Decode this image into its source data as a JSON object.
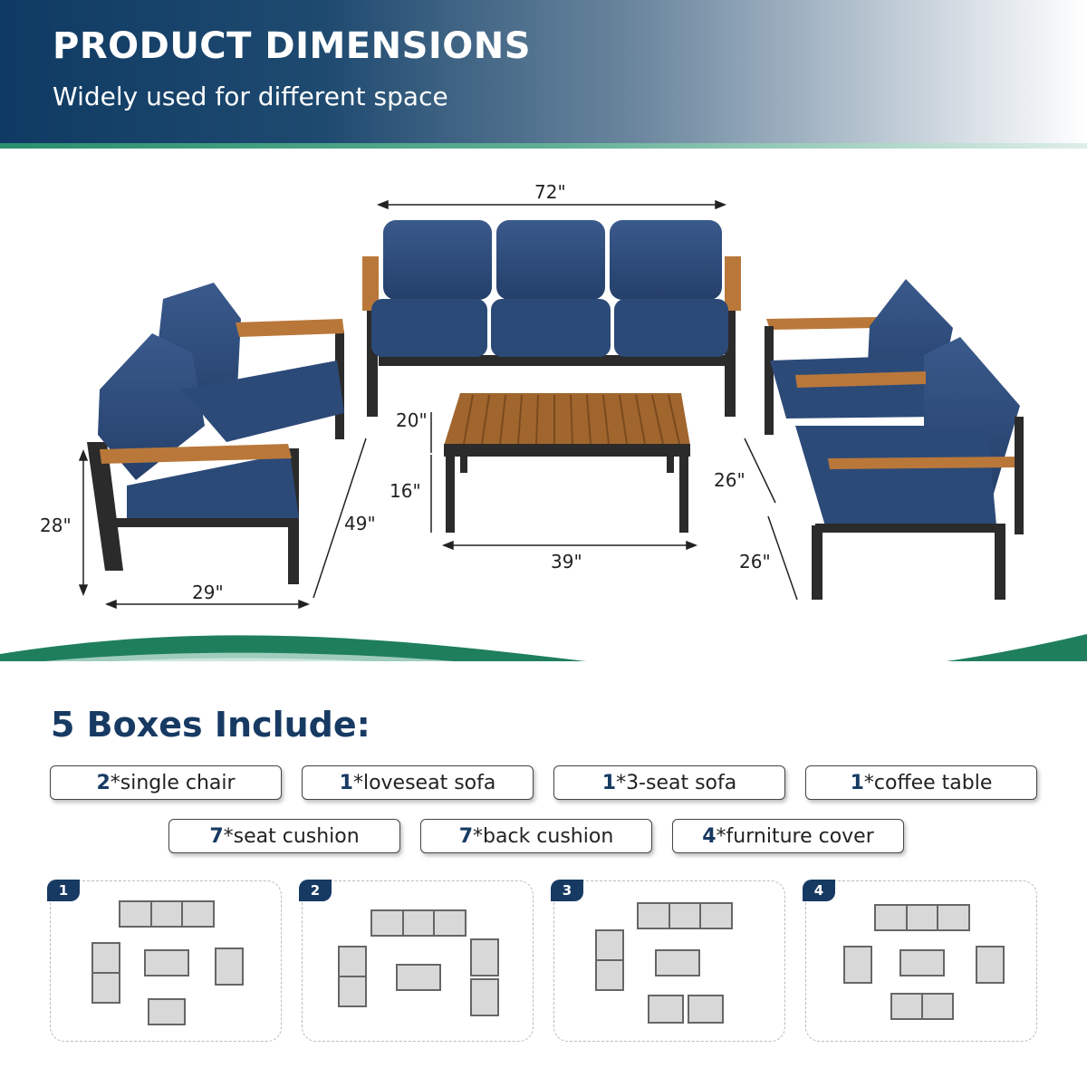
{
  "header": {
    "title": "PRODUCT DIMENSIONS",
    "subtitle": "Widely used for different space"
  },
  "dimensions": {
    "sofa_width": "72\"",
    "table_height_top": "20\"",
    "table_height": "16\"",
    "table_width": "39\"",
    "loveseat_height": "28\"",
    "loveseat_depth": "29\"",
    "loveseat_width": "49\"",
    "chair_width_1": "26\"",
    "chair_width_2": "26\""
  },
  "boxes": {
    "title": "5 Boxes Include:",
    "items": [
      {
        "qty": "2",
        "label": "*single chair"
      },
      {
        "qty": "1",
        "label": "*loveseat sofa"
      },
      {
        "qty": "1",
        "label": "*3-seat sofa"
      },
      {
        "qty": "1",
        "label": "*coffee table"
      },
      {
        "qty": "7",
        "label": "*seat cushion"
      },
      {
        "qty": "7",
        "label": "*back cushion"
      },
      {
        "qty": "4",
        "label": "*furniture cover"
      }
    ]
  },
  "layouts": [
    "1",
    "2",
    "3",
    "4"
  ],
  "colors": {
    "navy": "#173a63",
    "cushion": "#2c4a78",
    "wood": "#b9783a",
    "frame": "#2b2b2b",
    "wave_green": "#1f7f5c"
  }
}
